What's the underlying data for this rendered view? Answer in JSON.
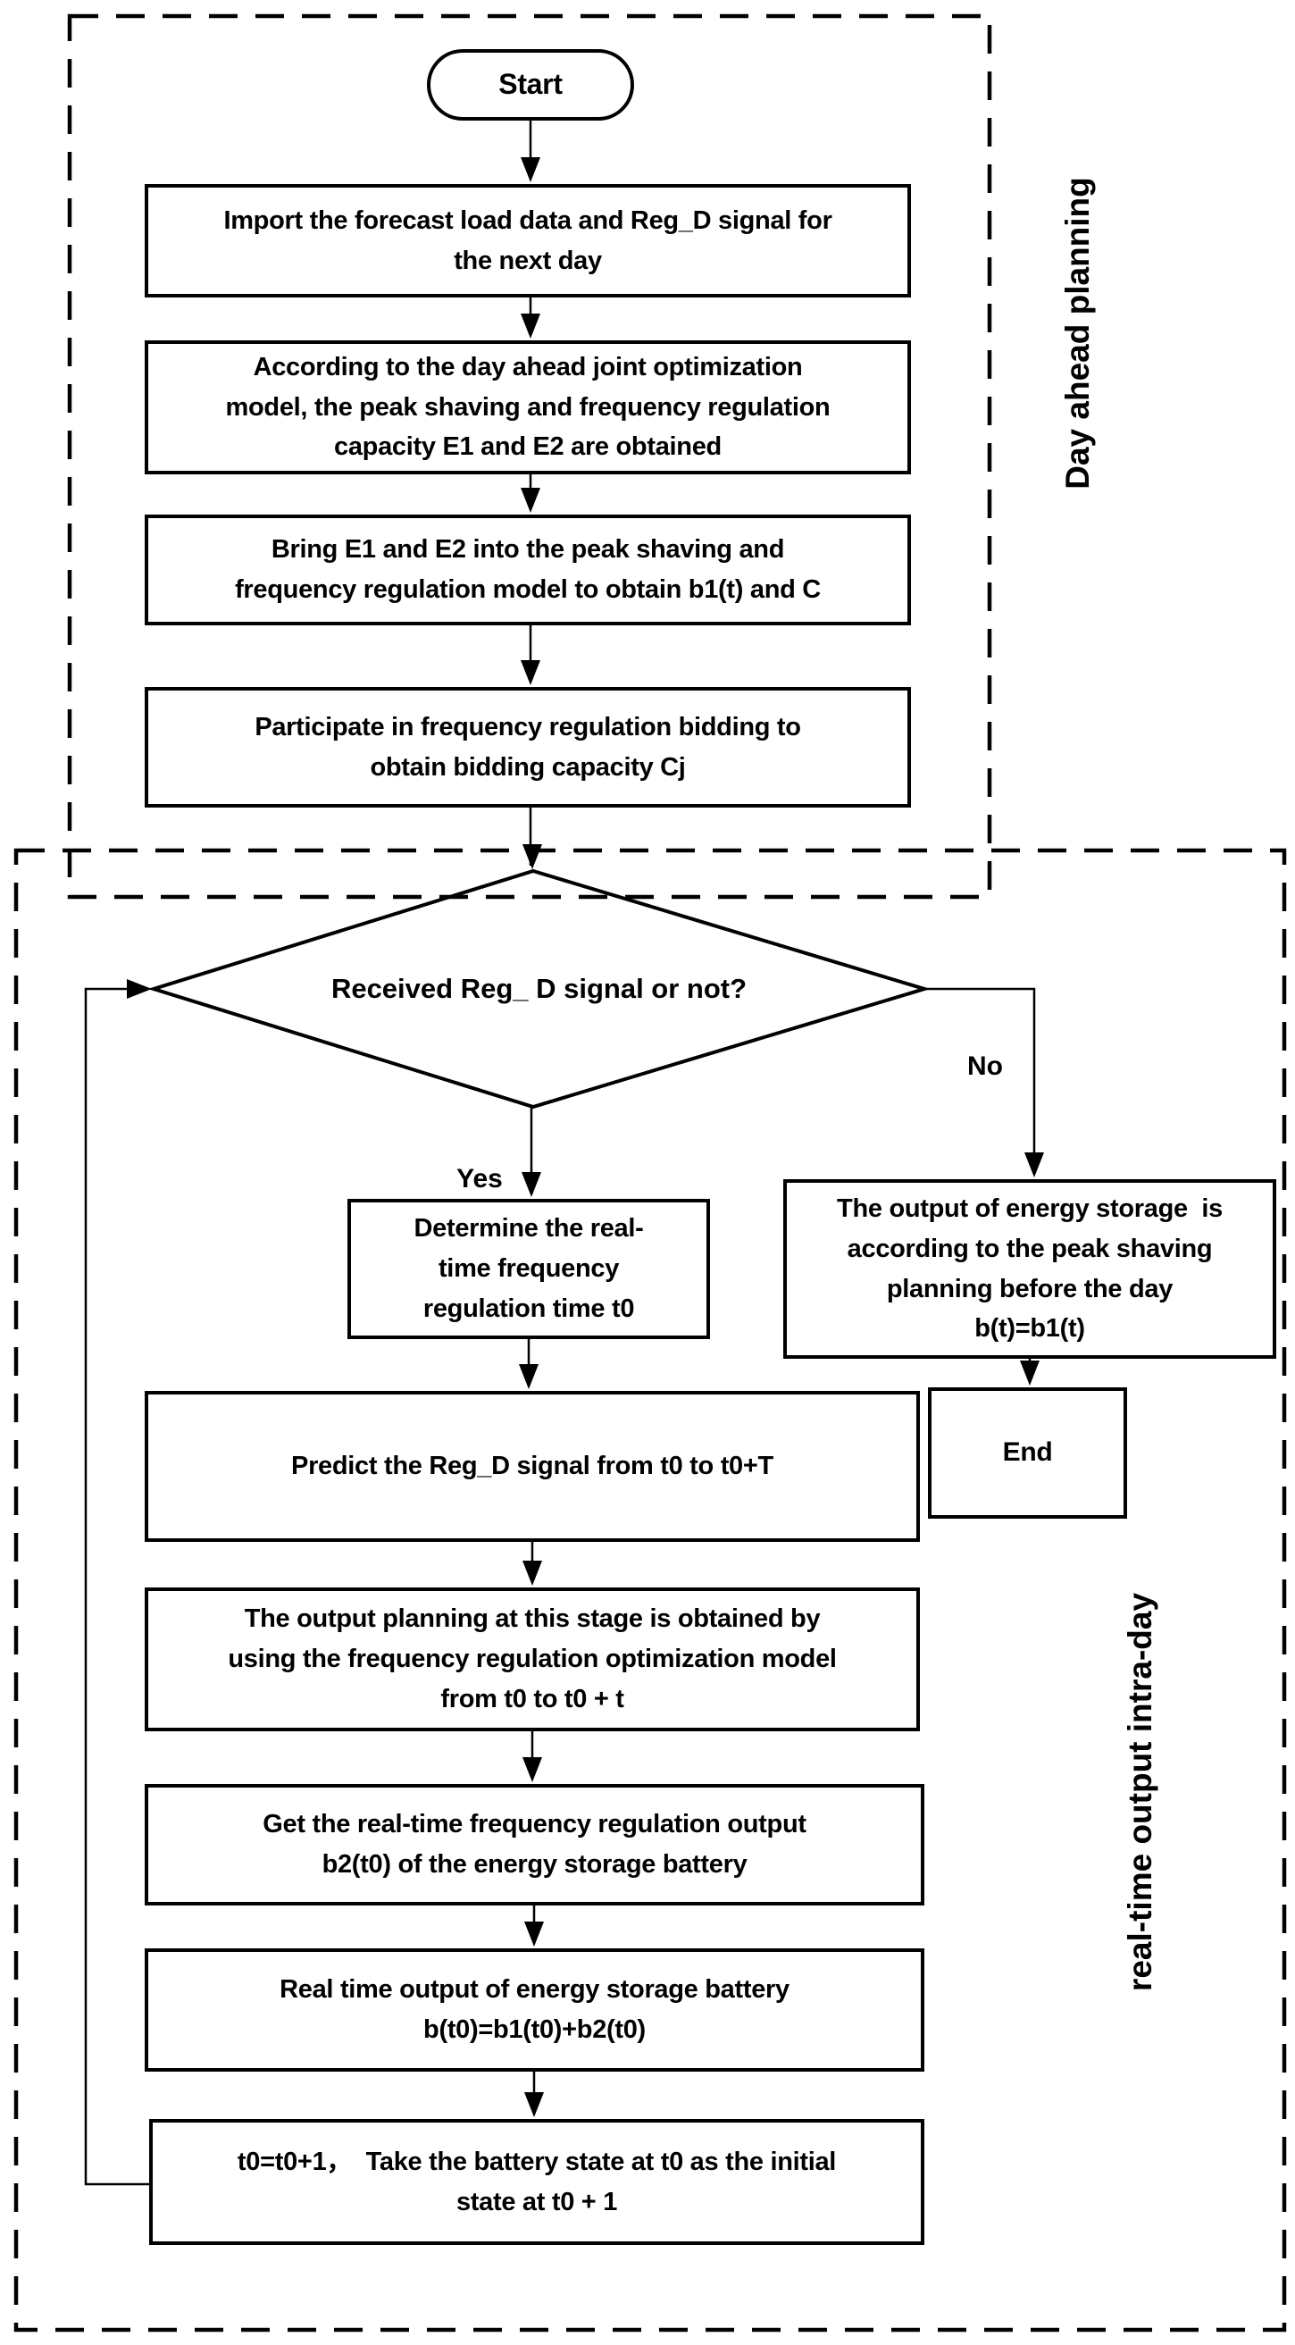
{
  "diagram": {
    "regions": {
      "day_ahead": "Day ahead planning",
      "real_time": "real-time output intra-day"
    },
    "nodes": {
      "start": "Start",
      "import_data": "Import the forecast load data and Reg_D signal for\nthe next day",
      "day_ahead_model": "According to the day ahead joint optimization\nmodel, the peak shaving and frequency regulation\ncapacity E1 and E2 are obtained",
      "bring_model": "Bring E1 and E2 into the peak shaving and\nfrequency regulation model to obtain b1(t) and C",
      "bidding": "Participate in frequency regulation bidding to\nobtain bidding capacity Cj",
      "decision": "Received  Reg_ D signal or not?",
      "determine_t0": "Determine the real-\ntime frequency\nregulation time t0",
      "no_branch_output": "The output of energy storage  is\naccording to the peak shaving\nplanning before the day\nb(t)=b1(t)",
      "end": "End",
      "predict": "Predict the Reg_D signal from t0 to t0+T",
      "output_planning": "The output planning at this stage is obtained by\nusing the frequency regulation optimization model\nfrom t0 to t0 + t",
      "get_output": "Get the real-time frequency regulation output\nb2(t0) of the energy storage battery",
      "battery_output": "Real time output of energy storage battery\nb(t0)=b1(t0)+b2(t0)",
      "t0_update": "t0=t0+1，  Take the battery state at t0 as the initial\nstate at t0 + 1"
    },
    "edge_labels": {
      "yes": "Yes",
      "no": "No"
    },
    "colors": {
      "line": "#000000",
      "background": "#ffffff"
    }
  }
}
